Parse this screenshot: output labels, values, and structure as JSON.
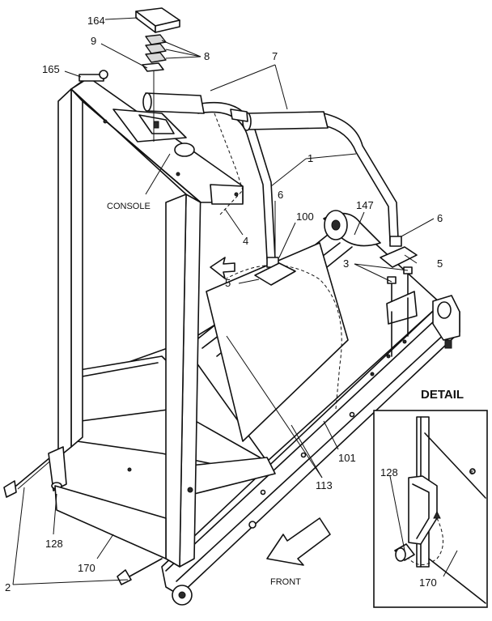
{
  "labels": {
    "l164": "164",
    "l9": "9",
    "l8": "8",
    "l7": "7",
    "l165": "165",
    "l1": "1",
    "console": "CONSOLE",
    "l6a": "6",
    "l100": "100",
    "l147": "147",
    "l6b": "6",
    "l4": "4",
    "l3": "3",
    "l5a": "5",
    "l5b": "5",
    "detail": "DETAIL",
    "l101": "101",
    "l113": "113",
    "l128a": "128",
    "l170a": "170",
    "l2": "2",
    "front": "FRONT",
    "l128b": "128",
    "l170b": "170",
    "l180": "®"
  }
}
